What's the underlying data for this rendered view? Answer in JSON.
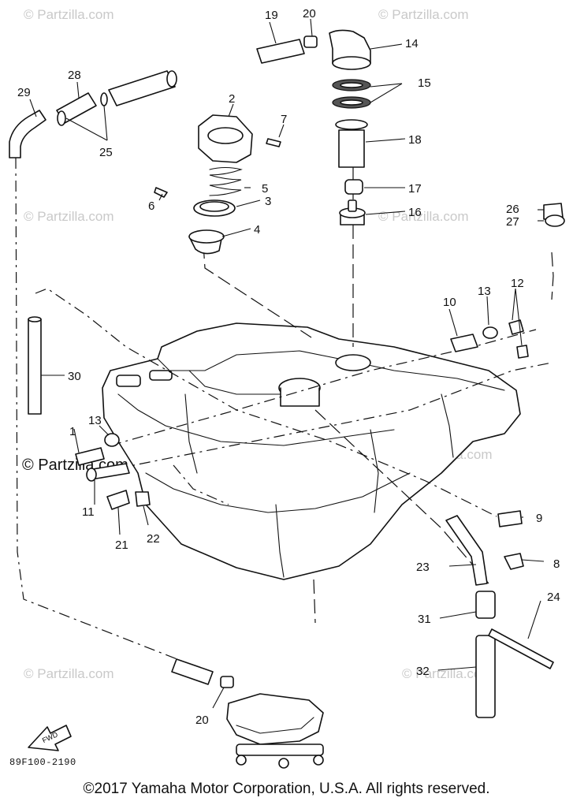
{
  "watermarks": {
    "brand": "© Partzilla.com",
    "brand_inline": "© Partzilla.com"
  },
  "diagram": {
    "code": "89F100-2190",
    "fwd_label": "FWD",
    "callouts": [
      "1",
      "2",
      "3",
      "4",
      "5",
      "6",
      "7",
      "8",
      "9",
      "10",
      "11",
      "12",
      "13",
      "13",
      "14",
      "15",
      "16",
      "17",
      "18",
      "19",
      "20",
      "20",
      "21",
      "22",
      "23",
      "24",
      "25",
      "26",
      "27",
      "28",
      "29",
      "30",
      "31",
      "32"
    ]
  },
  "footer": {
    "copyright": "©2017 Yamaha Motor Corporation, U.S.A. All rights reserved."
  }
}
